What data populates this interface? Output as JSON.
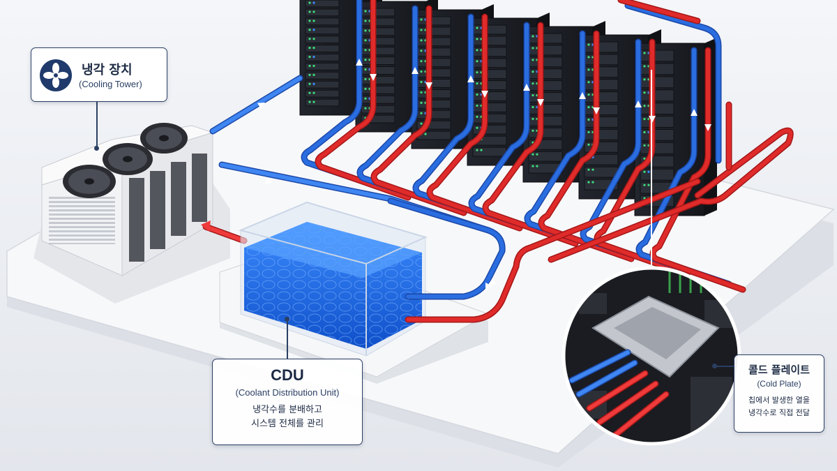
{
  "labels": {
    "cooling_tower": {
      "title": "냉각 장치",
      "subtitle": "(Cooling Tower)"
    },
    "cdu": {
      "title": "CDU",
      "subtitle": "(Coolant Distribution Unit)",
      "desc_line1": "냉각수를 분배하고",
      "desc_line2": "시스템 전체를 관리"
    },
    "cold_plate": {
      "title": "콜드 플레이트",
      "subtitle": "(Cold Plate)",
      "desc_line1": "칩에서 발생한 열을",
      "desc_line2": "냉각수로 직접 전달"
    }
  },
  "icons": {
    "cooling_label_icon": "fan-icon",
    "tower_fans": "fan-icon",
    "flow_arrows": "flow-arrow-icon"
  },
  "colors": {
    "cold_pipe": "#2a6de0",
    "hot_pipe": "#e02b2b",
    "coolant": "#1d6cf0",
    "server_rack": "#1c1f26",
    "label_border": "#2b3f63",
    "background": "#eef0f4"
  },
  "server_racks": {
    "count": 7
  }
}
